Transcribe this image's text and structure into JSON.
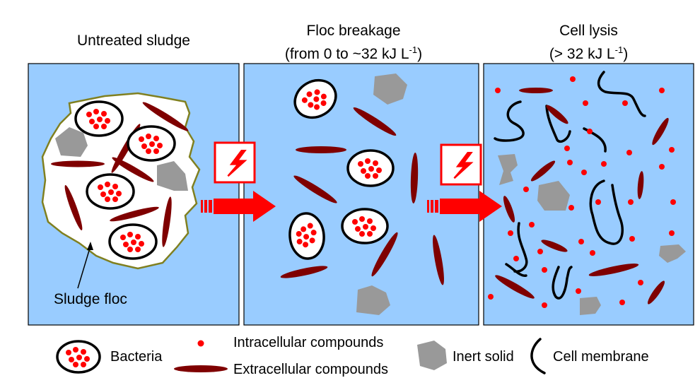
{
  "titles": {
    "untreated": {
      "line1": "Untreated sludge"
    },
    "floc_breakage": {
      "line1": "Floc breakage",
      "line2_prefix": "(from 0 to ~32 kJ L",
      "line2_sup": "-1",
      "line2_suffix": ")"
    },
    "cell_lysis": {
      "line1": "Cell lysis",
      "line2_prefix": "(> 32 kJ L",
      "line2_sup": "-1",
      "line2_suffix": ")"
    }
  },
  "annotations": {
    "sludge_floc": "Sludge floc"
  },
  "legend": {
    "bacteria": "Bacteria",
    "intracellular": "Intracellular compounds",
    "extracellular": "Extracellular compounds",
    "inert_solid": "Inert solid",
    "cell_membrane": "Cell membrane"
  },
  "colors": {
    "panel_fill": "#99ccff",
    "floc_fill": "#ffffff",
    "floc_border": "#808020",
    "bacteria_dot": "#ff0000",
    "extracellular": "#7f0000",
    "inert_solid": "#999999",
    "arrow": "#ff0000",
    "membrane": "#000000"
  },
  "icons": [
    "lightning-bolt-icon",
    "arrow-right-icon"
  ]
}
